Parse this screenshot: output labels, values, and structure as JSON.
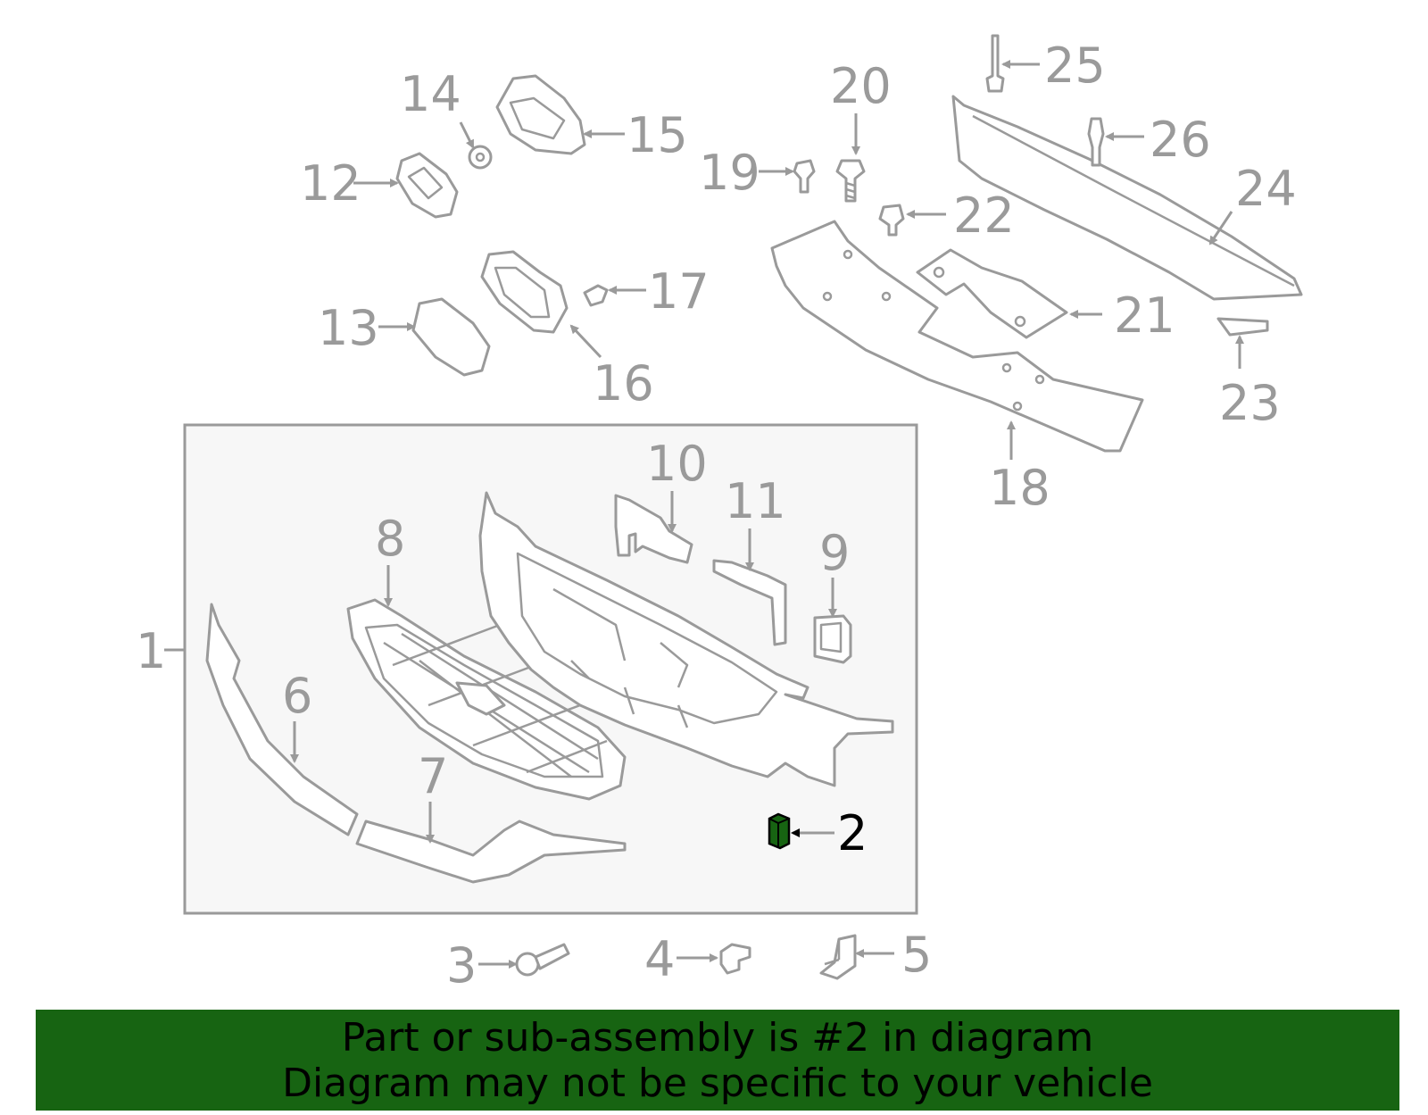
{
  "callouts": {
    "c1": "1",
    "c2": "2",
    "c3": "3",
    "c4": "4",
    "c5": "5",
    "c6": "6",
    "c7": "7",
    "c8": "8",
    "c9": "9",
    "c10": "10",
    "c11": "11",
    "c12": "12",
    "c13": "13",
    "c14": "14",
    "c15": "15",
    "c16": "16",
    "c17": "17",
    "c18": "18",
    "c19": "19",
    "c20": "20",
    "c21": "21",
    "c22": "22",
    "c23": "23",
    "c24": "24",
    "c25": "25",
    "c26": "26"
  },
  "highlight": {
    "part": "2",
    "color": "#176412"
  },
  "banner": {
    "line1": "Part or sub-assembly is #2 in diagram",
    "line2": "Diagram may not be specific to your vehicle",
    "background": "#176412"
  },
  "colors": {
    "line": "#9a9a9a",
    "panel": "#f7f7f7"
  }
}
